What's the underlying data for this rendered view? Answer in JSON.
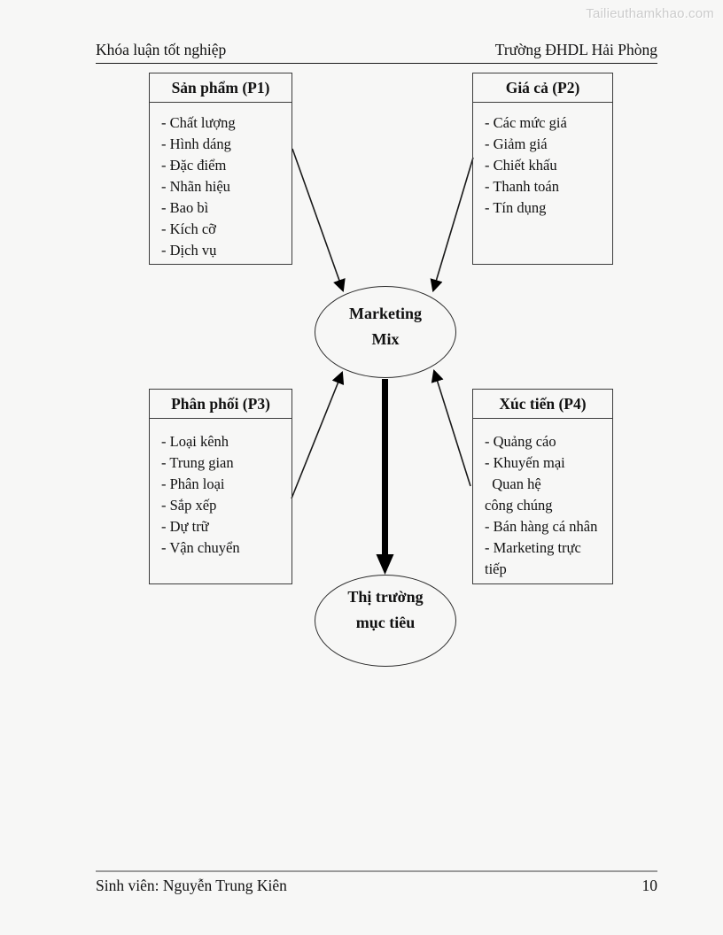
{
  "watermark": "Tailieuthamkhao.com",
  "header": {
    "left": "Khóa luận tốt nghiệp",
    "right": "Trường ĐHDL Hải Phòng"
  },
  "diagram": {
    "boxes": [
      {
        "title": "Sản phẩm (P1)",
        "items": [
          "- Chất lượng",
          "- Hình dáng",
          "- Đặc điểm",
          "- Nhãn hiệu",
          "- Bao bì",
          "- Kích cỡ",
          "- Dịch vụ"
        ]
      },
      {
        "title": "Giá cả (P2)",
        "items": [
          "- Các mức giá",
          "- Giảm giá",
          "- Chiết khấu",
          "- Thanh toán",
          "- Tín dụng"
        ]
      },
      {
        "title": "Phân phối (P3)",
        "items": [
          "- Loại kênh",
          "- Trung gian",
          "- Phân loại",
          "- Sắp xếp",
          "- Dự trữ",
          "- Vận chuyển"
        ]
      },
      {
        "title": "Xúc tiến (P4)",
        "items": [
          "- Quảng cáo",
          "- Khuyến mại",
          "  Quan hệ",
          "công chúng",
          "- Bán hàng cá nhân",
          "- Marketing trực",
          "tiếp"
        ]
      }
    ],
    "center_ellipse": {
      "line1": "Marketing",
      "line2": "Mix"
    },
    "target_ellipse": {
      "line1": "Thị trường",
      "line2": "mục tiêu"
    }
  },
  "footer": {
    "left": "Sinh viên: Nguyễn Trung Kiên",
    "page_number": "10"
  },
  "colors": {
    "page_background": "#f7f7f6",
    "text": "#111111",
    "box_border": "#3c3c3c",
    "watermark": "#cccccc",
    "footer_rule": "#9a9a9a"
  }
}
